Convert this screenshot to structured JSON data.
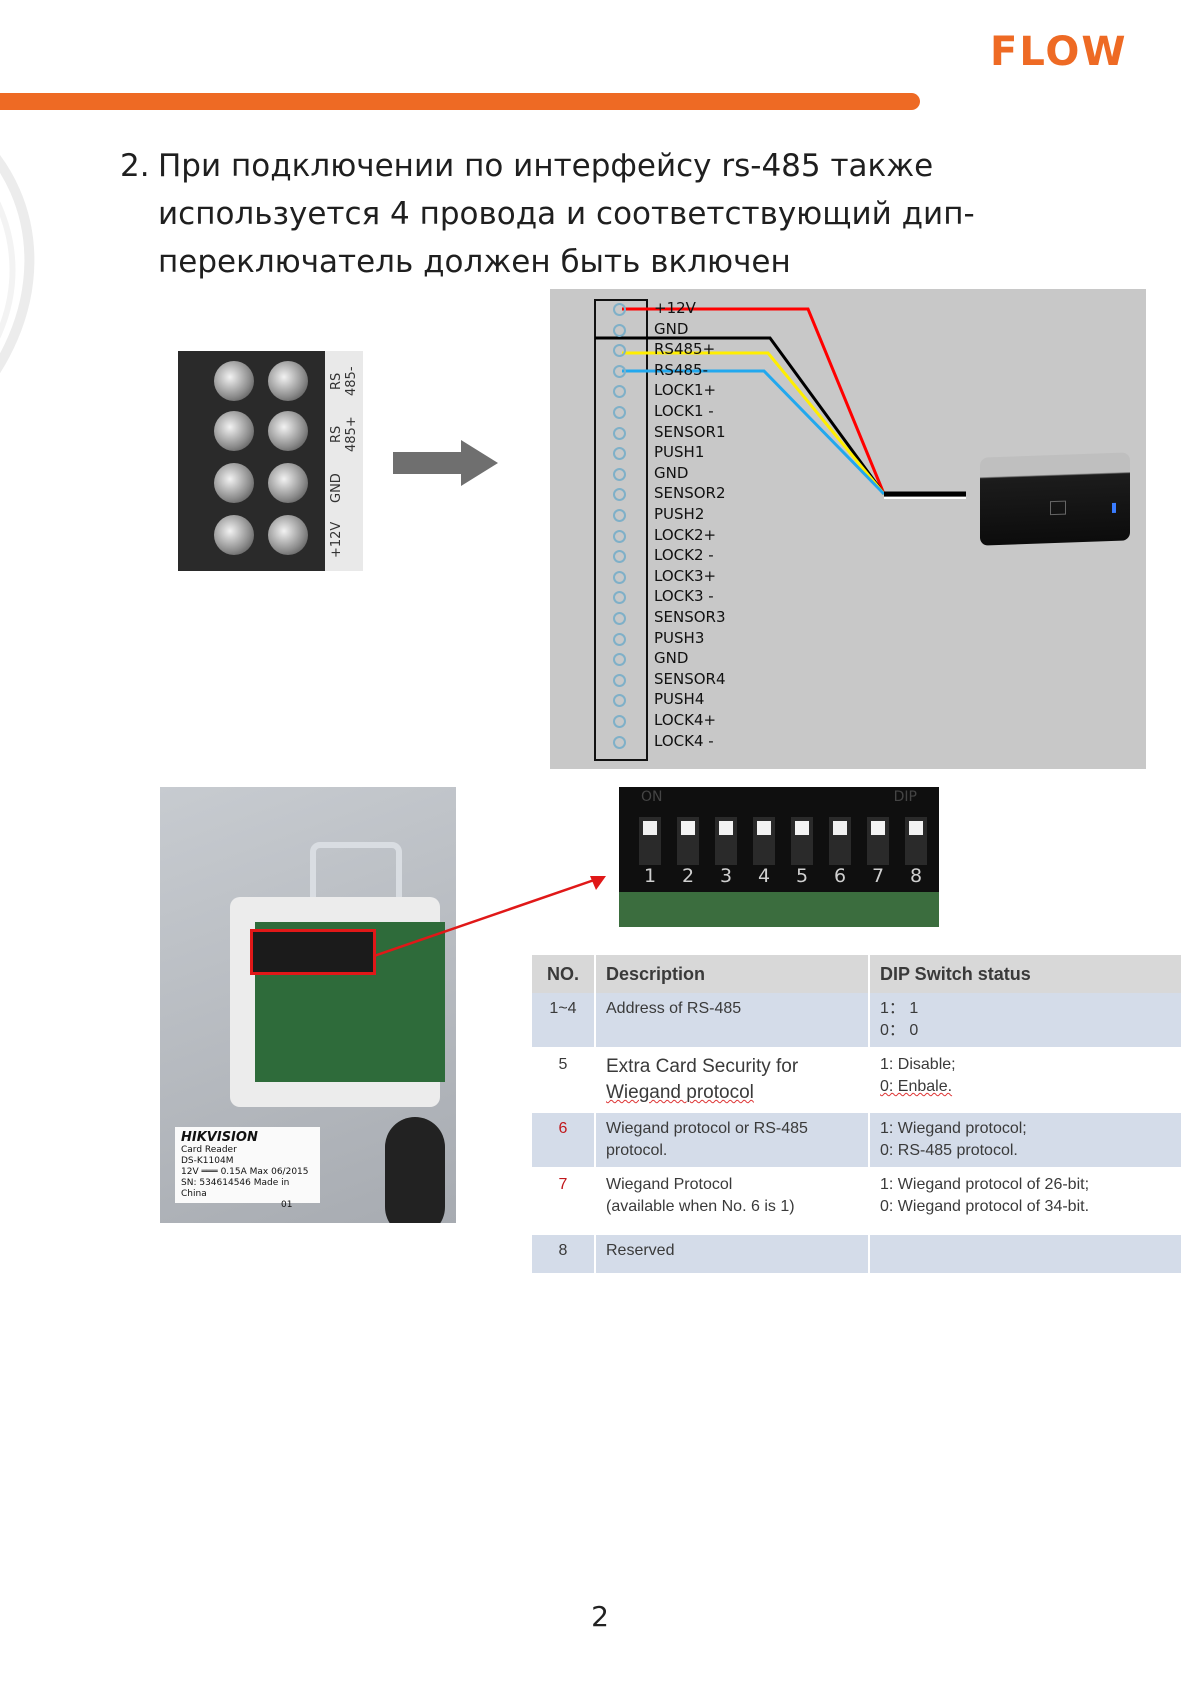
{
  "header": {
    "logo_text": "FLOW",
    "accent_color": "#ee6a24"
  },
  "heading": {
    "number": "2.",
    "lines": [
      "При подключении по интерфейсу rs-485 также",
      "используется 4 провода и соответствующий дип-",
      "переключатель должен быть включен"
    ]
  },
  "terminal_photo": {
    "labels": [
      "RS 485-",
      "RS 485+",
      "GND",
      "+12V"
    ]
  },
  "wiring": {
    "terminals": [
      "+12V",
      "GND",
      "RS485+",
      "RS485-",
      "LOCK1+",
      "LOCK1 -",
      "SENSOR1",
      "PUSH1",
      "GND",
      "SENSOR2",
      "PUSH2",
      "LOCK2+",
      "LOCK2 -",
      "LOCK3+",
      "LOCK3 -",
      "SENSOR3",
      "PUSH3",
      "GND",
      "SENSOR4",
      "PUSH4",
      "LOCK4+",
      "LOCK4 -"
    ],
    "wire_colors": {
      "v12": "#ff0000",
      "gnd": "#000000",
      "rs485p": "#ffee00",
      "rs485m": "#22a8ee"
    }
  },
  "reader_photo": {
    "brand": "HIKVISION",
    "line1": "Card Reader",
    "line2": "DS-K1104M",
    "line3": "12V ═══ 0.15A Max   06/2015",
    "line4": "SN: 534614546    Made in China",
    "line5": "01"
  },
  "dip_photo": {
    "on_label": "ON",
    "dip_label": "DIP",
    "numbers": [
      "1",
      "2",
      "3",
      "4",
      "5",
      "6",
      "7",
      "8"
    ]
  },
  "table": {
    "headers": [
      "NO.",
      "Description",
      "DIP Switch status"
    ],
    "rows": [
      {
        "no": "1~4",
        "desc": [
          "Address of RS-485"
        ],
        "status": [
          "1：  1",
          "0：  0"
        ]
      },
      {
        "no": "5",
        "desc": [
          "Extra Card Security for",
          "Wiegand protocol"
        ],
        "status": [
          "1: Disable;",
          "0: Enbale."
        ]
      },
      {
        "no": "6",
        "desc": [
          "Wiegand protocol or RS-485",
          "protocol."
        ],
        "status": [
          "1: Wiegand protocol;",
          "0: RS-485 protocol."
        ]
      },
      {
        "no": "7",
        "desc": [
          "Wiegand Protocol",
          "(available when No. 6 is 1)"
        ],
        "status": [
          "1: Wiegand protocol of 26-bit;",
          "0: Wiegand protocol of 34-bit."
        ]
      },
      {
        "no": "8",
        "desc": [
          "Reserved"
        ],
        "status": [
          ""
        ]
      }
    ]
  },
  "footer": {
    "page_number": "2"
  }
}
